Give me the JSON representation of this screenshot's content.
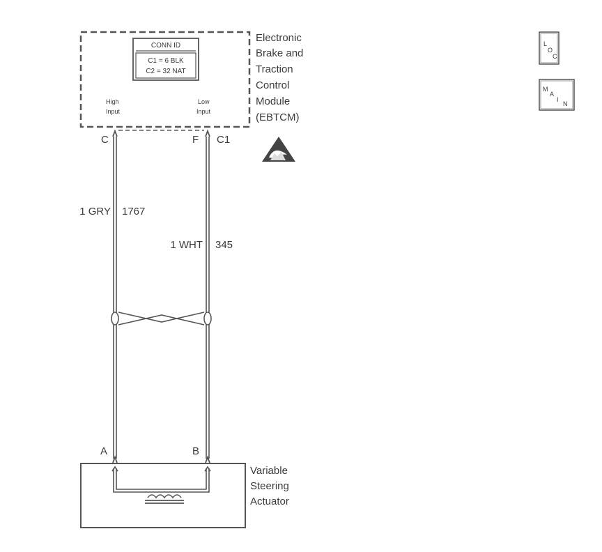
{
  "ebtcm": {
    "name_lines": [
      "Electronic",
      "Brake and",
      "Traction",
      "Control",
      "Module",
      "(EBTCM)"
    ],
    "conn_id": {
      "title": "CONN ID",
      "rows": [
        "C1 = 6 BLK",
        "C2 = 32 NAT"
      ]
    },
    "high_input": [
      "High",
      "Input"
    ],
    "low_input": [
      "Low",
      "Input"
    ],
    "pin_high": "C",
    "pin_low": "F",
    "connector": "C1"
  },
  "wires": {
    "high": {
      "gauge_color": "1 GRY",
      "circuit": "1767"
    },
    "low": {
      "gauge_color": "1 WHT",
      "circuit": "345"
    }
  },
  "actuator": {
    "name_lines": [
      "Variable",
      "Steering",
      "Actuator"
    ],
    "pin_high": "A",
    "pin_low": "B"
  },
  "icons": {
    "loc": {
      "l": "L",
      "o": "O",
      "c": "C"
    },
    "main": {
      "m": "M",
      "a": "A",
      "i": "I",
      "n": "N"
    },
    "esd": "esd-warning-icon"
  },
  "colors": {
    "line": "#555555",
    "text": "#3a3a3a",
    "background": "#ffffff"
  }
}
